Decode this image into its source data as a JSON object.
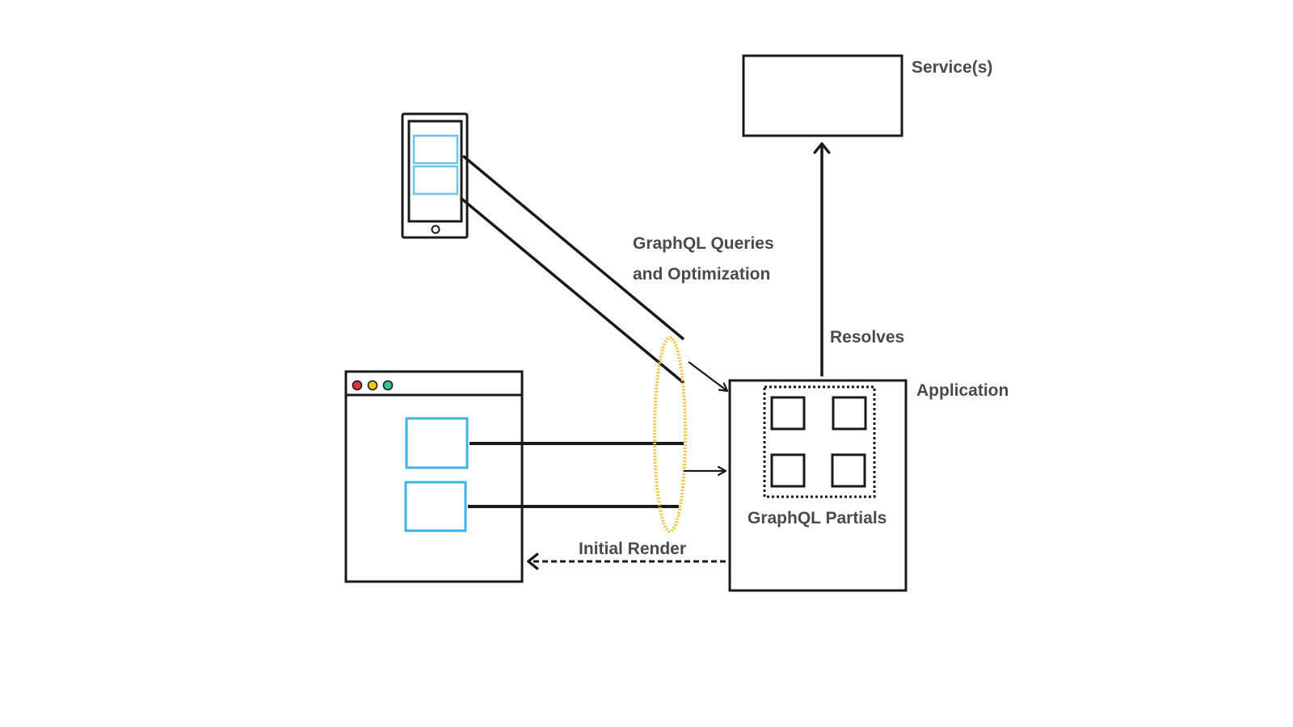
{
  "labels": {
    "services": "Service(s)",
    "queries_line1": "GraphQL Queries",
    "queries_line2": "and Optimization",
    "resolves": "Resolves",
    "application": "Application",
    "partials": "GraphQL Partials",
    "initial_render": "Initial Render"
  },
  "colors": {
    "ink": "#1a1a1a",
    "label": "#4a4a4a",
    "component_blue": "#3fb1e3",
    "component_blue_light": "#6cc3e8",
    "highlight_yellow": "#f5c242",
    "dot_red": "#e0343d",
    "dot_yellow": "#f2c418",
    "dot_green": "#3fbf9a"
  },
  "icons": {
    "mobile_client": "phone-icon",
    "browser_client": "browser-window-icon"
  }
}
